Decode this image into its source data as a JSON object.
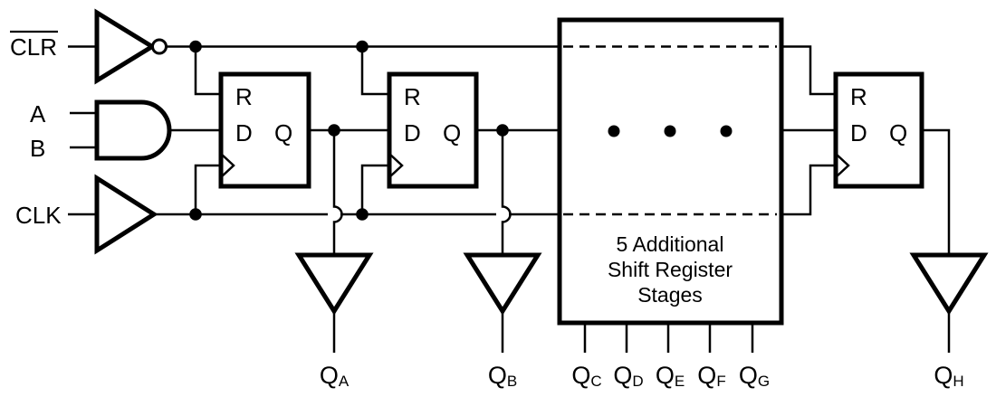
{
  "colors": {
    "ink": "#000000",
    "background": "#ffffff"
  },
  "inputs": {
    "clr": {
      "label": "CLR",
      "overline": true
    },
    "a": {
      "label": "A"
    },
    "b": {
      "label": "B"
    },
    "clk": {
      "label": "CLK"
    }
  },
  "flipflops": [
    {
      "reset_label": "R",
      "data_label": "D",
      "output_label": "Q"
    },
    {
      "reset_label": "R",
      "data_label": "D",
      "output_label": "Q"
    },
    {
      "reset_label": "R",
      "data_label": "D",
      "output_label": "Q"
    }
  ],
  "stage_box": {
    "lines": [
      "5 Additional",
      "Shift Register",
      "Stages"
    ]
  },
  "outputs": [
    {
      "main": "Q",
      "sub": "A"
    },
    {
      "main": "Q",
      "sub": "B"
    },
    {
      "main": "Q",
      "sub": "C"
    },
    {
      "main": "Q",
      "sub": "D"
    },
    {
      "main": "Q",
      "sub": "E"
    },
    {
      "main": "Q",
      "sub": "F"
    },
    {
      "main": "Q",
      "sub": "G"
    },
    {
      "main": "Q",
      "sub": "H"
    }
  ]
}
